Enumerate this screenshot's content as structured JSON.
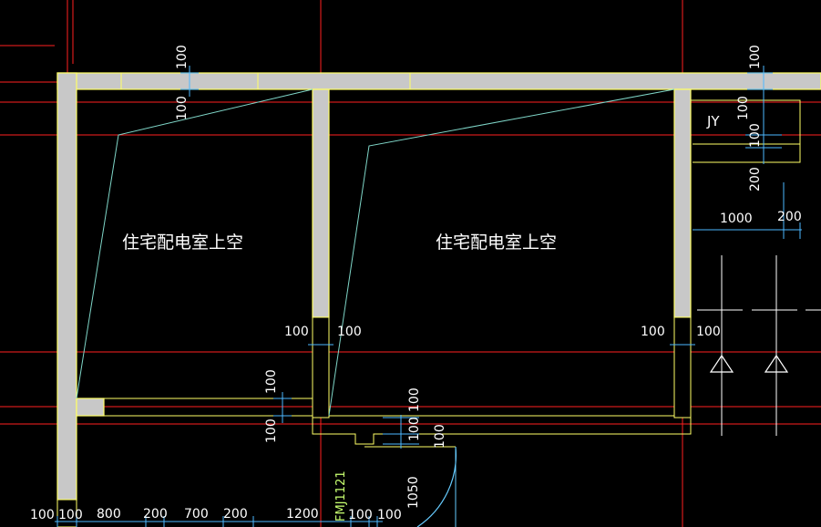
{
  "rooms": {
    "left_label": "住宅配电室上空",
    "right_label": "住宅配电室上空"
  },
  "labels": {
    "shaft": "JY",
    "door_tag": "FMJ1121"
  },
  "dims": {
    "top_wall_upper": "100",
    "top_wall_lower": "100",
    "right_top_1": "100",
    "right_top_2": "100",
    "right_top_3": "100",
    "right_top_4": "200",
    "right_horiz_1": "1000",
    "right_horiz_2": "200",
    "mid_left": "100",
    "mid_right": "100",
    "right_mid_left": "100",
    "right_mid_right": "100",
    "low_left_upper": "100",
    "low_left_lower": "100",
    "door_1": "100",
    "door_2": "100",
    "door_3": "100",
    "door_width": "1050",
    "bottom": [
      "100",
      "100",
      "800",
      "200",
      "700",
      "200",
      "1200",
      "100",
      "100"
    ]
  },
  "colors": {
    "background": "#000000",
    "wall_fill": "#c8c8c8",
    "wall_outline": "#ffff66",
    "axis": "#ff2020",
    "dim_line": "#4db8ff",
    "text": "#ffffff",
    "door_arc": "#66ccff",
    "diagonal": "#7fd6c8",
    "tag": "#c8ff70"
  }
}
